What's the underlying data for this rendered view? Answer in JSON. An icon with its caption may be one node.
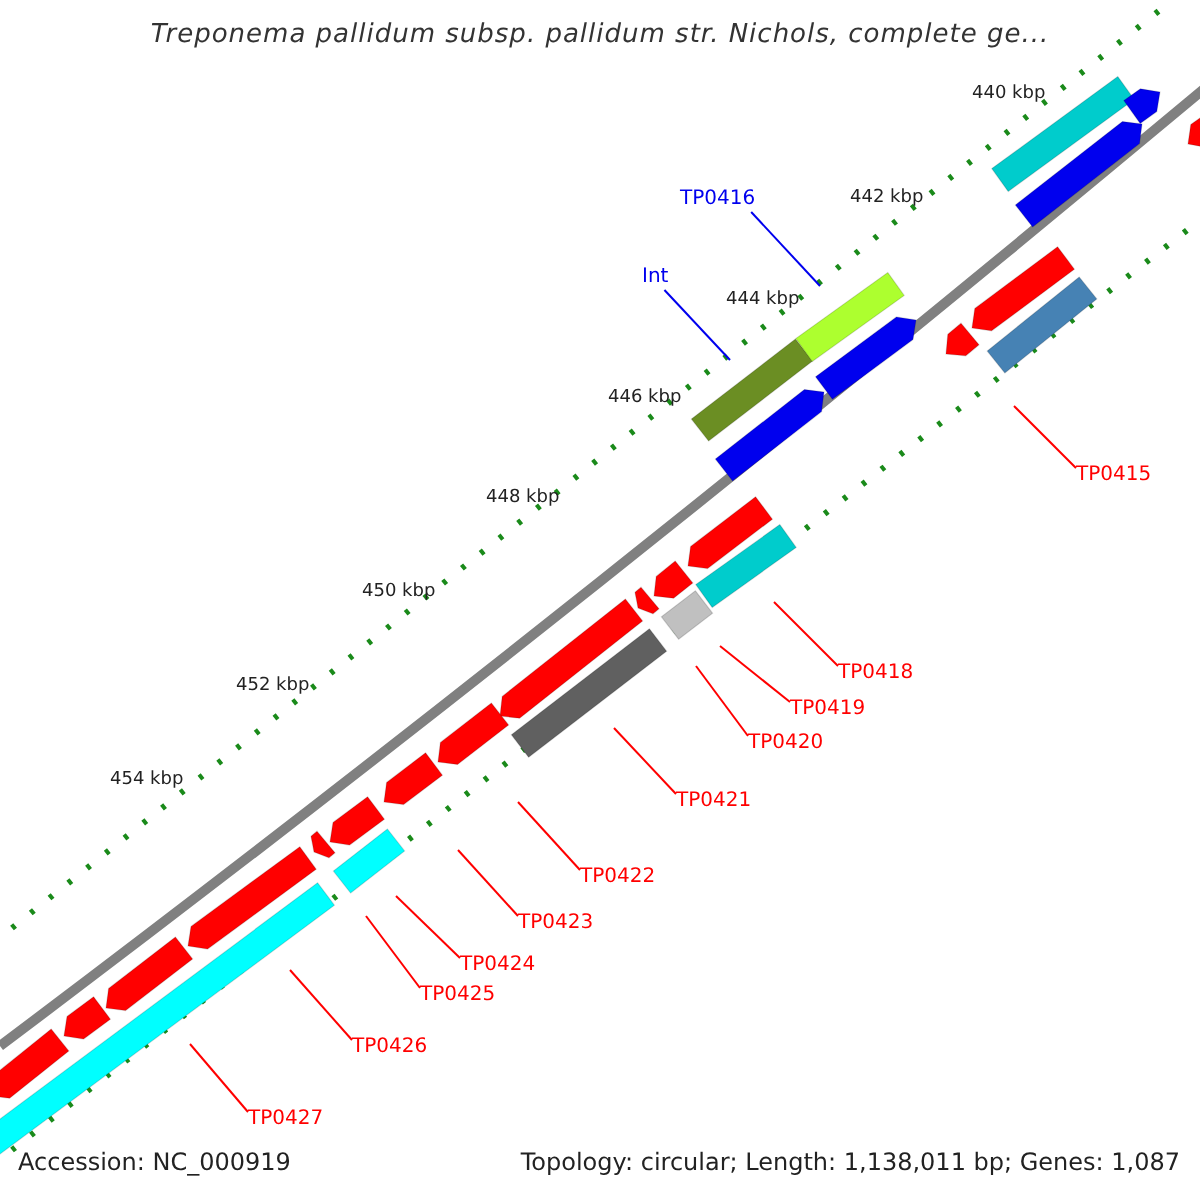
{
  "diagram": {
    "title": "Treponema pallidum subsp. pallidum str. Nichols, complete ge...",
    "nodes": [
      {
        "text": [
          "TP0416"
        ]
      },
      {
        "text": [
          "Int"
        ]
      },
      {
        "text": [
          "TP0415"
        ]
      },
      {
        "text": [
          "TP0418"
        ]
      },
      {
        "text": [
          "TP0419"
        ]
      },
      {
        "text": [
          "TP0420"
        ]
      },
      {
        "text": [
          "TP0421"
        ]
      },
      {
        "text": [
          "TP0422"
        ]
      },
      {
        "text": [
          "TP0423"
        ]
      },
      {
        "text": [
          "TP0424"
        ]
      },
      {
        "text": [
          "TP0425"
        ]
      },
      {
        "text": [
          "TP0426"
        ]
      },
      {
        "text": [
          "TP0427"
        ]
      }
    ],
    "edges": [
      {
        "from": 0,
        "to": null,
        "arrow": "none",
        "color": "#0000ee"
      },
      {
        "from": 1,
        "to": null,
        "arrow": "none",
        "color": "#0000ee"
      },
      {
        "from": 2,
        "to": null,
        "arrow": "none"
      },
      {
        "from": 3,
        "to": null,
        "arrow": "none"
      },
      {
        "from": 4,
        "to": null,
        "arrow": "none"
      },
      {
        "from": 5,
        "to": null,
        "arrow": "none"
      },
      {
        "from": 6,
        "to": null,
        "arrow": "none"
      },
      {
        "from": 7,
        "to": null,
        "arrow": "none"
      },
      {
        "from": 8,
        "to": null,
        "arrow": "none"
      },
      {
        "from": 9,
        "to": null,
        "arrow": "none"
      },
      {
        "from": 10,
        "to": null,
        "arrow": "none"
      },
      {
        "from": 11,
        "to": null,
        "arrow": "none"
      },
      {
        "from": 12,
        "to": null,
        "arrow": "none"
      }
    ],
    "labels": [
      "440 kbp",
      "442 kbp",
      "444 kbp",
      "446 kbp",
      "448 kbp",
      "450 kbp",
      "452 kbp",
      "454 kbp",
      "Accession: NC_000919",
      "Topology: circular; Length: 1,138,011 bp; Genes: 1,087"
    ]
  }
}
